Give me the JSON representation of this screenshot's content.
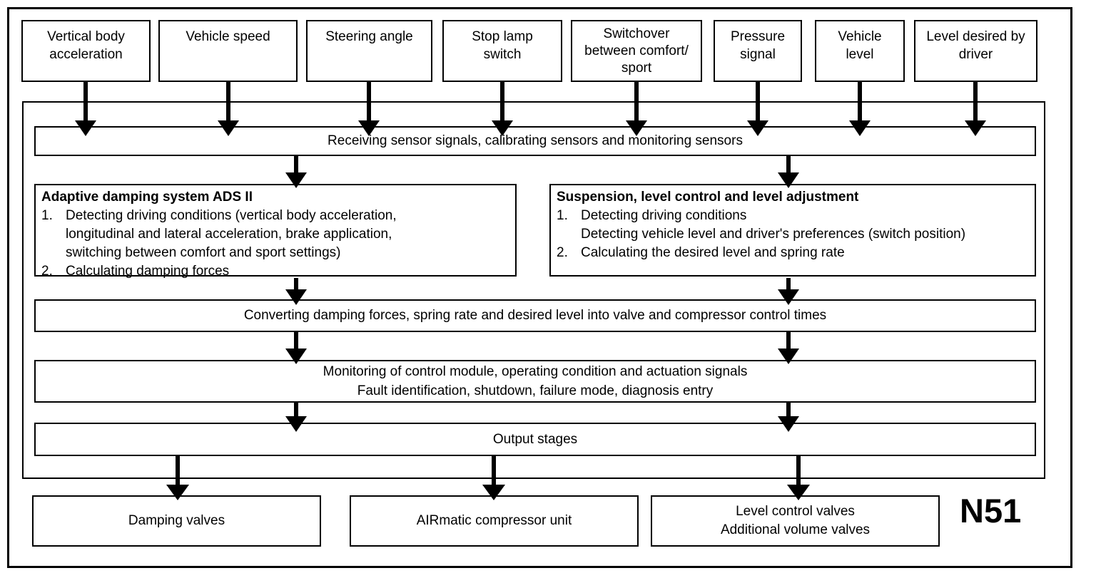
{
  "diagram": {
    "control_module_label": "N51",
    "inputs": [
      {
        "lines": [
          "Vertical body",
          "acceleration"
        ]
      },
      {
        "lines": [
          "Vehicle speed"
        ]
      },
      {
        "lines": [
          "Steering angle"
        ]
      },
      {
        "lines": [
          "Stop lamp",
          "switch"
        ]
      },
      {
        "lines": [
          "Switchover",
          "between comfort/",
          "sport"
        ]
      },
      {
        "lines": [
          "Pressure",
          "signal"
        ]
      },
      {
        "lines": [
          "Vehicle",
          "level"
        ]
      },
      {
        "lines": [
          "Level desired by",
          "driver"
        ]
      }
    ],
    "receiving_bar": "Receiving sensor signals, calibrating sensors and monitoring sensors",
    "left_panel": {
      "title": "Adaptive damping system ADS II",
      "items": [
        {
          "num": "1.",
          "lines": [
            "Detecting driving conditions (vertical body acceleration,",
            "longitudinal and lateral acceleration, brake application,",
            "switching between comfort and sport settings)"
          ]
        },
        {
          "num": "2.",
          "lines": [
            "Calculating damping forces"
          ]
        }
      ]
    },
    "right_panel": {
      "title": "Suspension, level control and level adjustment",
      "items": [
        {
          "num": "1.",
          "lines": [
            "Detecting driving conditions",
            "Detecting vehicle level and driver's preferences (switch position)"
          ]
        },
        {
          "num": "2.",
          "lines": [
            "Calculating the desired level and spring rate"
          ]
        }
      ]
    },
    "converting_bar": "Converting damping forces, spring rate and desired level into valve and compressor control times",
    "monitoring_bar": {
      "lines": [
        "Monitoring of control module, operating condition and actuation signals",
        "Fault identification, shutdown, failure mode, diagnosis entry"
      ]
    },
    "output_bar": "Output stages",
    "outputs": [
      {
        "lines": [
          "Damping valves"
        ]
      },
      {
        "lines": [
          "AIRmatic compressor unit"
        ]
      },
      {
        "lines": [
          "Level control valves",
          "Additional volume valves"
        ]
      }
    ],
    "colors": {
      "line": "#000000",
      "background": "#ffffff"
    }
  }
}
